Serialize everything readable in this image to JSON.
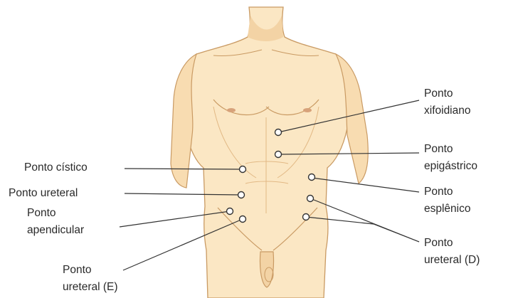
{
  "colors": {
    "skin": "#fbe7c4",
    "skin_shadow": "#f0c995",
    "outline": "#c99a63",
    "text": "#2a2a2a",
    "leader": "#333333",
    "point_fill": "#ffffff"
  },
  "labels": {
    "xifoidiano": [
      "Ponto",
      "xifoidiano"
    ],
    "epigastrico": [
      "Ponto",
      "epigástrico"
    ],
    "esplenico": [
      "Ponto",
      "esplênico"
    ],
    "ureteral_d": [
      "Ponto",
      "ureteral (D)"
    ],
    "cistico": [
      "Ponto cístico"
    ],
    "ureteral": [
      "Ponto ureteral"
    ],
    "apendicular": [
      "Ponto",
      "apendicular"
    ],
    "ureteral_e": [
      "Ponto",
      "ureteral (E)"
    ]
  }
}
